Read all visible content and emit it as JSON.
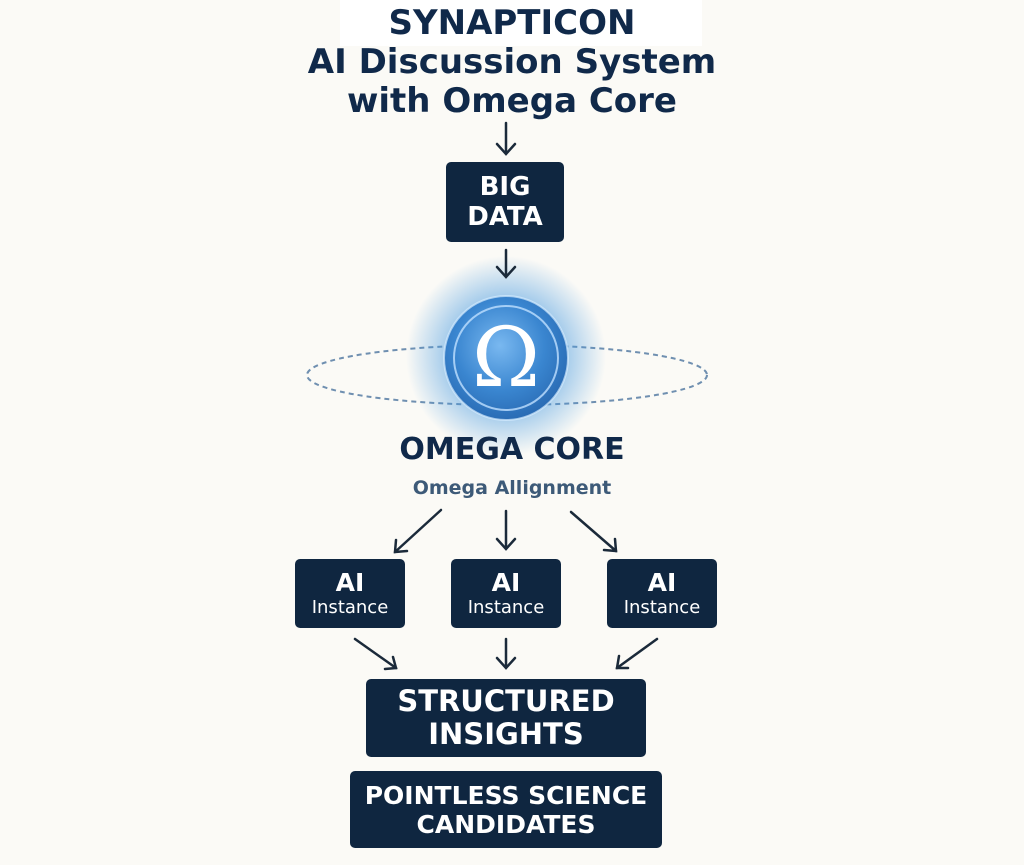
{
  "title": {
    "line1": "SYNAPTICON",
    "line2": "AI Discussion System",
    "line3": "with Omega Core"
  },
  "big_data": {
    "line1": "BIG",
    "line2": "DATA"
  },
  "omega": {
    "symbol": "Ω",
    "title": "OMEGA CORE",
    "subtitle": "Omega Allignment"
  },
  "instances": [
    {
      "line1": "AI",
      "line2": "Instance"
    },
    {
      "line1": "AI",
      "line2": "Instance"
    },
    {
      "line1": "AI",
      "line2": "Instance"
    }
  ],
  "structured_insights": {
    "line1": "STRUCTURED",
    "line2": "INSIGHTS"
  },
  "candidates": {
    "line1": "POINTLESS SCIENCE",
    "line2": "CANDIDATES"
  },
  "colors": {
    "box": "#0f2640",
    "title": "#10294a",
    "subtitle": "#3d5a78",
    "glow": "#4a9be0",
    "background": "#fbfaf6"
  }
}
